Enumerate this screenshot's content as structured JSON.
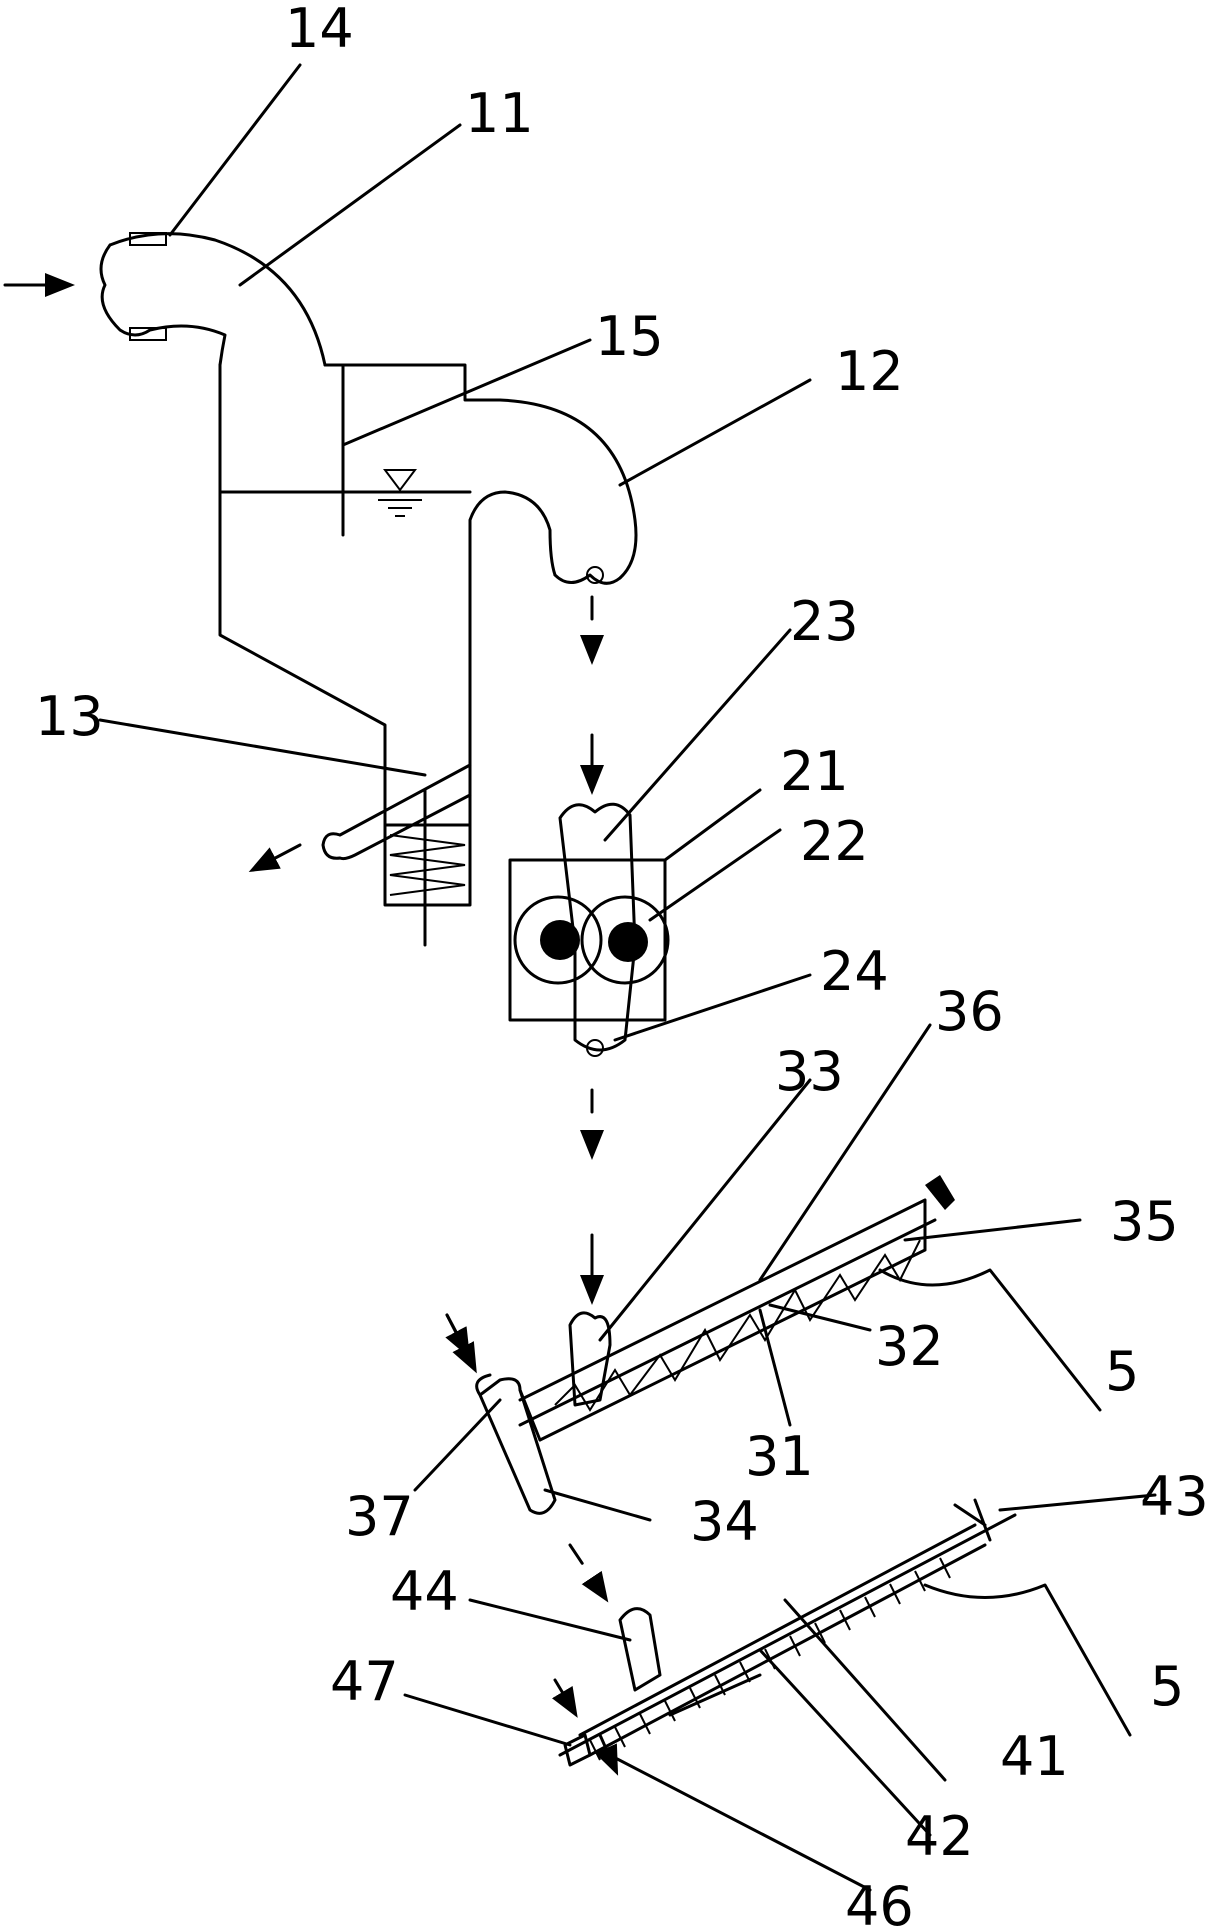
{
  "labels": {
    "l11": "11",
    "l12": "12",
    "l13": "13",
    "l14": "14",
    "l15": "15",
    "l21": "21",
    "l22": "22",
    "l23": "23",
    "l24": "24",
    "l31": "31",
    "l32": "32",
    "l33": "33",
    "l34": "34",
    "l35": "35",
    "l36": "36",
    "l37": "37",
    "l41": "41",
    "l42": "42",
    "l43": "43",
    "l44": "44",
    "l46": "46",
    "l47": "47",
    "l5a": "5",
    "l5b": "5"
  }
}
